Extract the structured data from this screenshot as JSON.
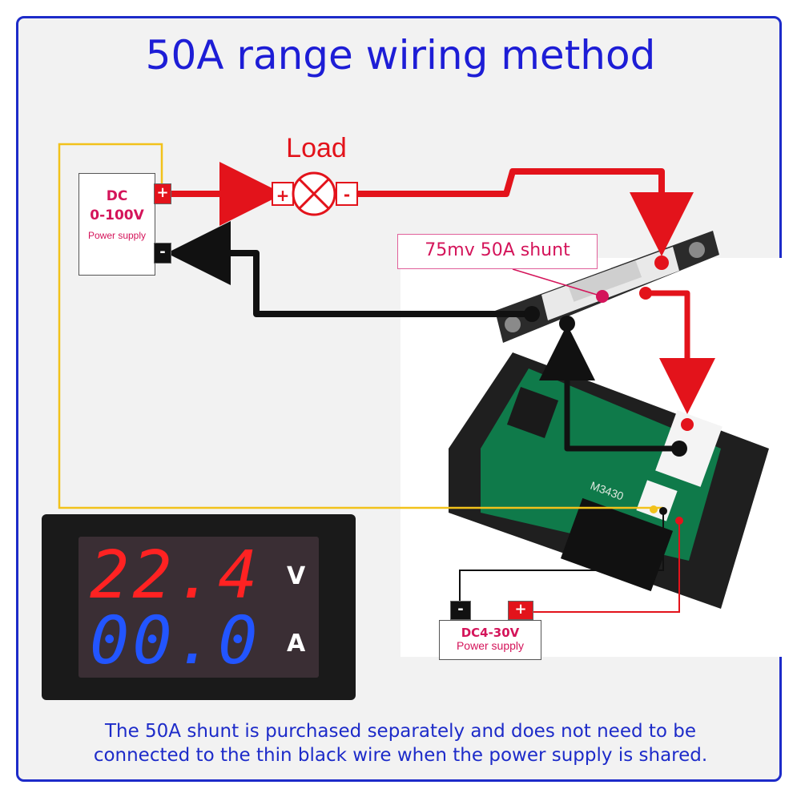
{
  "title": "50A range wiring method",
  "load": {
    "label": "Load",
    "plus": "+",
    "minus": "-"
  },
  "main_supply": {
    "line1": "DC",
    "line2": "0-100V",
    "line3": "Power supply",
    "plus": "+",
    "minus": "-"
  },
  "aux_supply": {
    "line1": "DC4-30V",
    "line2": "Power supply",
    "plus": "+",
    "minus": "-"
  },
  "shunt": {
    "label": "75mv 50A shunt"
  },
  "meter": {
    "voltage": "22.4",
    "current": "00.0",
    "volt_unit": "V",
    "amp_unit": "A"
  },
  "pcb_text": "M3430",
  "footer": {
    "line1": "The 50A shunt is purchased separately and does not need to be",
    "line2": "connected to the thin black wire when the power supply is shared."
  },
  "colors": {
    "title": "#1d1dd6",
    "wire_positive": "#e3131b",
    "wire_negative": "#111111",
    "wire_signal": "#f2c21b",
    "label_pink": "#d4145a"
  }
}
